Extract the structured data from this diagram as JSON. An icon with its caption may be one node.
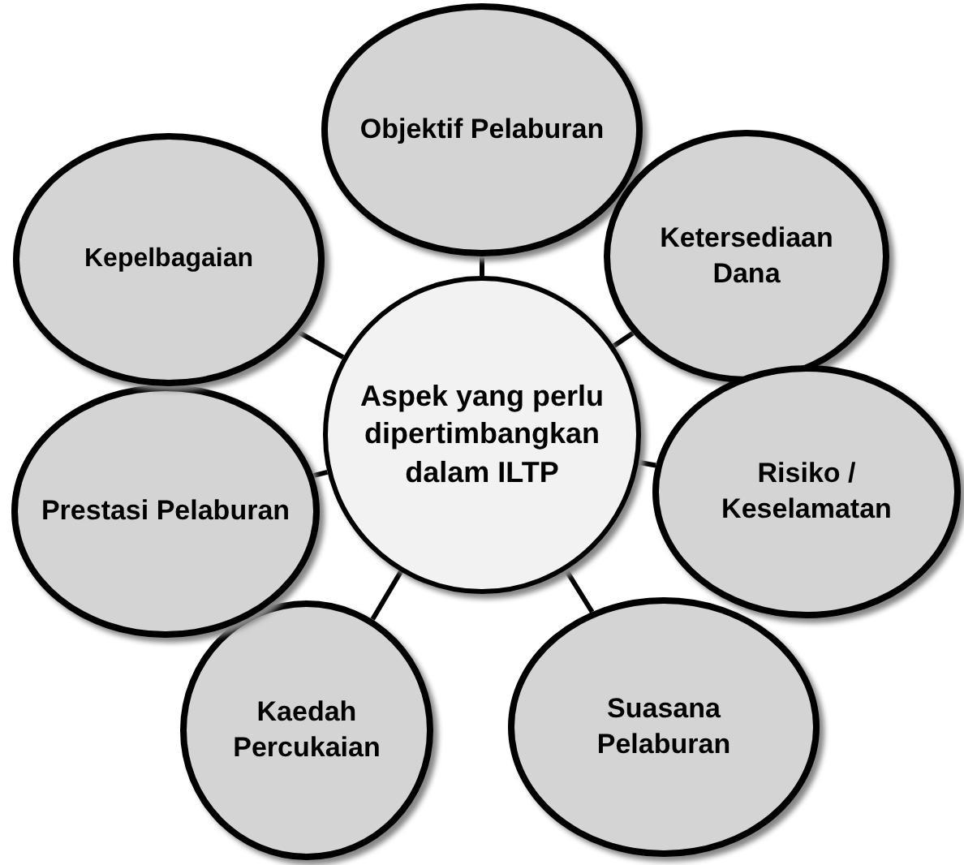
{
  "diagram": {
    "nodes": [
      {
        "text": [
          "Aspek yang perlu dipertimbangkan dalam ILTP"
        ]
      },
      {
        "text": [
          "Objektif Pelaburan"
        ]
      },
      {
        "text": [
          "Ketersediaan Dana"
        ]
      },
      {
        "text": [
          "Risiko / Keselamatan"
        ]
      },
      {
        "text": [
          "Suasana Pelaburan"
        ]
      },
      {
        "text": [
          "Kaedah Percukaian"
        ]
      },
      {
        "text": [
          "Prestasi Pelaburan"
        ]
      },
      {
        "text": [
          "Kepelbagaian"
        ]
      }
    ],
    "edges": [
      {
        "from": 0,
        "to": 1,
        "arrow": "none"
      },
      {
        "from": 0,
        "to": 2,
        "arrow": "none"
      },
      {
        "from": 0,
        "to": 3,
        "arrow": "none"
      },
      {
        "from": 0,
        "to": 4,
        "arrow": "none"
      },
      {
        "from": 0,
        "to": 5,
        "arrow": "none"
      },
      {
        "from": 0,
        "to": 6,
        "arrow": "none"
      },
      {
        "from": 0,
        "to": 7,
        "arrow": "none"
      }
    ]
  }
}
